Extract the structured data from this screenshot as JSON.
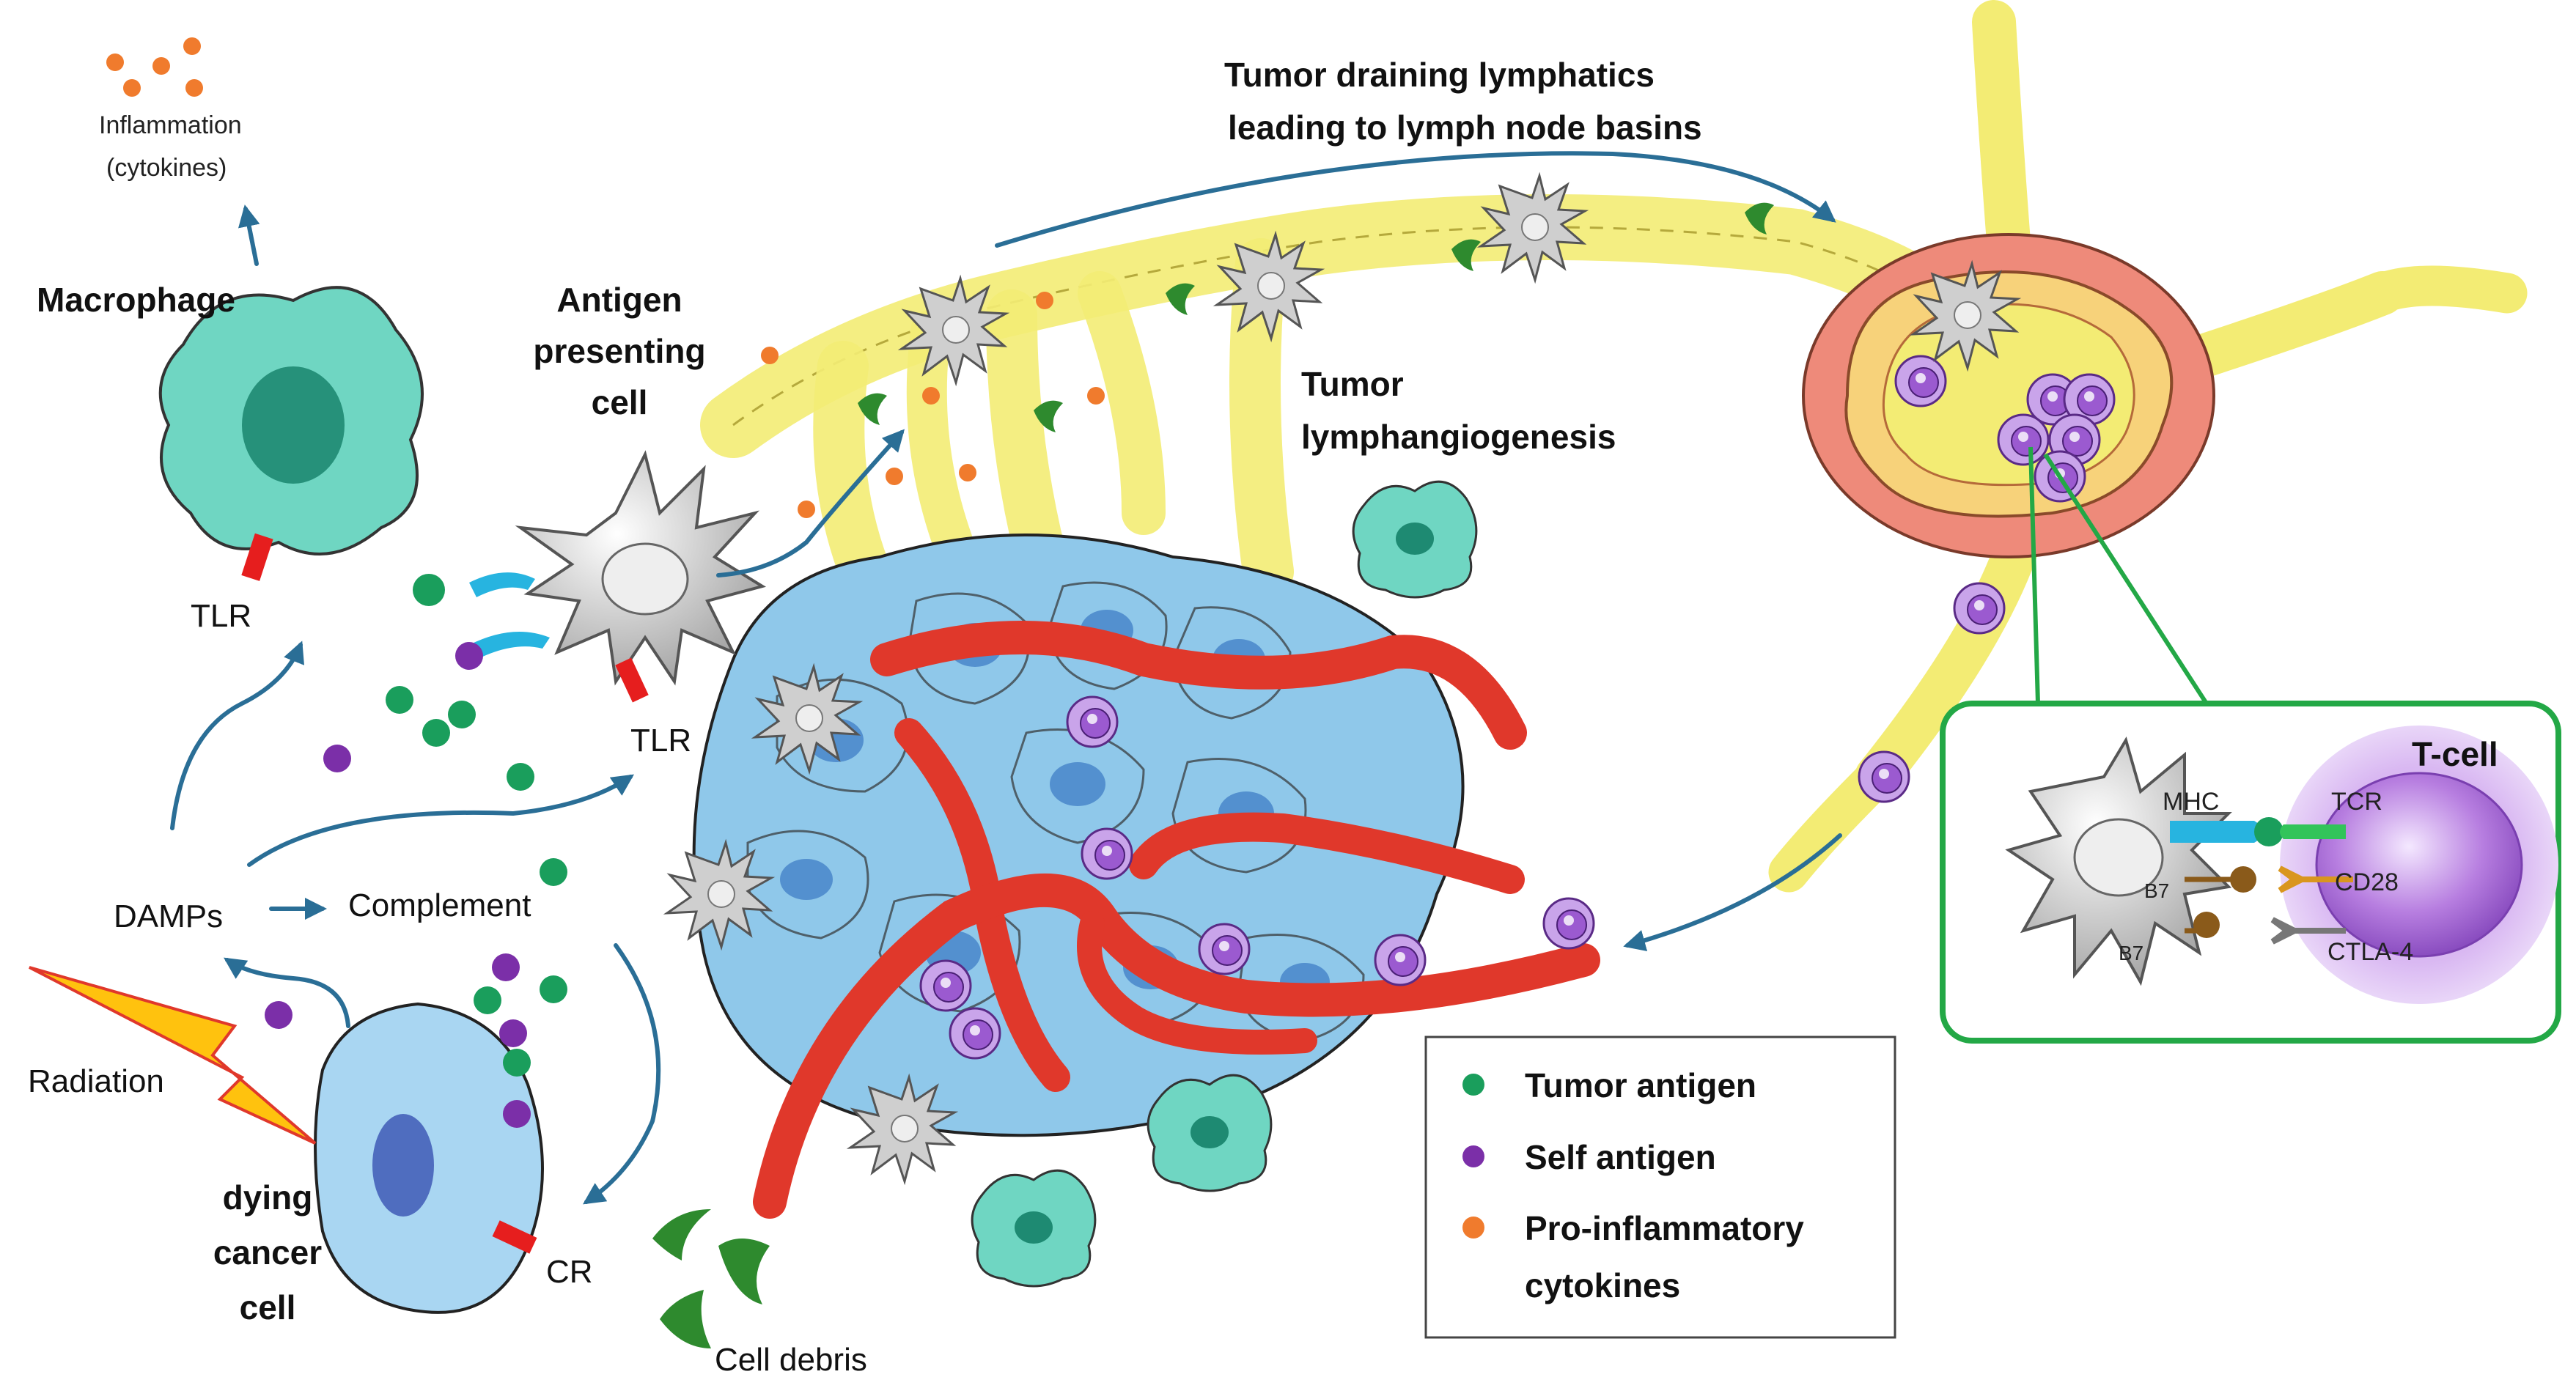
{
  "labels": {
    "inflammation": "Inflammation",
    "cytokines_paren": "(cytokines)",
    "macrophage": "Macrophage",
    "tlr_macrophage": "TLR",
    "apc_line1": "Antigen",
    "apc_line2": "presenting",
    "apc_line3": "cell",
    "tlr_apc": "TLR",
    "damps": "DAMPs",
    "complement": "Complement",
    "radiation": "Radiation",
    "dying_line1": "dying",
    "dying_line2": "cancer",
    "dying_line3": "cell",
    "cr": "CR",
    "cell_debris": "Cell debris",
    "lymphatics_line1": "Tumor draining lymphatics",
    "lymphatics_line2": "leading to lymph node basins",
    "lymphangio_line1": "Tumor",
    "lymphangio_line2": "lymphangiogenesis",
    "tcell": "T-cell",
    "mhc": "MHC",
    "tcr": "TCR",
    "b7_top": "B7",
    "b7_bottom": "B7",
    "cd28": "CD28",
    "ctla4": "CTLA-4"
  },
  "legend": {
    "items": [
      {
        "label": "Tumor antigen",
        "color": "#1a9e5c"
      },
      {
        "label": "Self antigen",
        "color": "#7b2fa8"
      },
      {
        "label": "Pro-inflammatory",
        "label2": "cytokines",
        "color": "#f07b2d"
      }
    ]
  },
  "colors": {
    "arrow": "#2a6e96",
    "vessel": "#e0382b",
    "lymphatic": "#f3ec74",
    "tumor": "#8fc8ea",
    "macrophage": "#6fd6c2",
    "apc": "#c9c9c9",
    "tcell": "#b77ee0",
    "zoom_box": "#23a846",
    "lightning": "#ffc20e"
  }
}
